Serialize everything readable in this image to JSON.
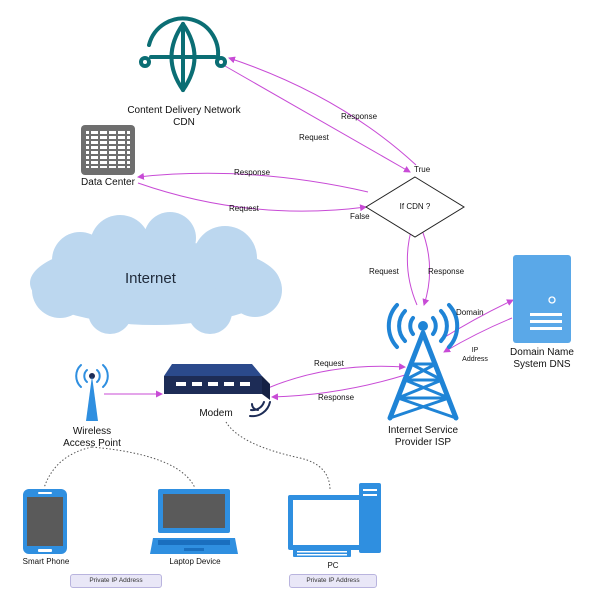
{
  "nodes": {
    "cdn": {
      "line1": "Content Delivery Network",
      "line2": "CDN"
    },
    "data_center": {
      "label": "Data Center"
    },
    "decision": {
      "label": "If CDN ?",
      "true_label": "True",
      "false_label": "False"
    },
    "internet": {
      "label": "Internet"
    },
    "dns": {
      "line1": "Domain Name",
      "line2": "System DNS"
    },
    "isp": {
      "line1": "Internet Service",
      "line2": "Provider ISP"
    },
    "modem": {
      "label": "Modem"
    },
    "wap": {
      "line1": "Wireless",
      "line2": "Access Point"
    },
    "smartphone": {
      "label": "Smart Phone"
    },
    "laptop": {
      "label": "Laptop Device"
    },
    "pc": {
      "label": "PC"
    }
  },
  "edges": {
    "cdn_response": "Response",
    "cdn_request": "Request",
    "dc_response": "Response",
    "dc_request": "Request",
    "isp_request": "Request",
    "isp_response": "Response",
    "dns_domain": "Domain",
    "dns_ip_line1": "IP",
    "dns_ip_line2": "Address",
    "modem_request": "Request",
    "modem_response": "Response"
  },
  "badges": {
    "left": "Private IP Address",
    "right": "Private IP Address"
  },
  "colors": {
    "accent": "#0b6e74",
    "arrow": "#c84bd6",
    "device_blue": "#2f8fe0",
    "dark_navy": "#1d2c56",
    "server_blue": "#5aa8e8",
    "data_center_gray": "#6e6e6e",
    "cloud": "#bcd7ef",
    "tower": "#1f84d6"
  }
}
